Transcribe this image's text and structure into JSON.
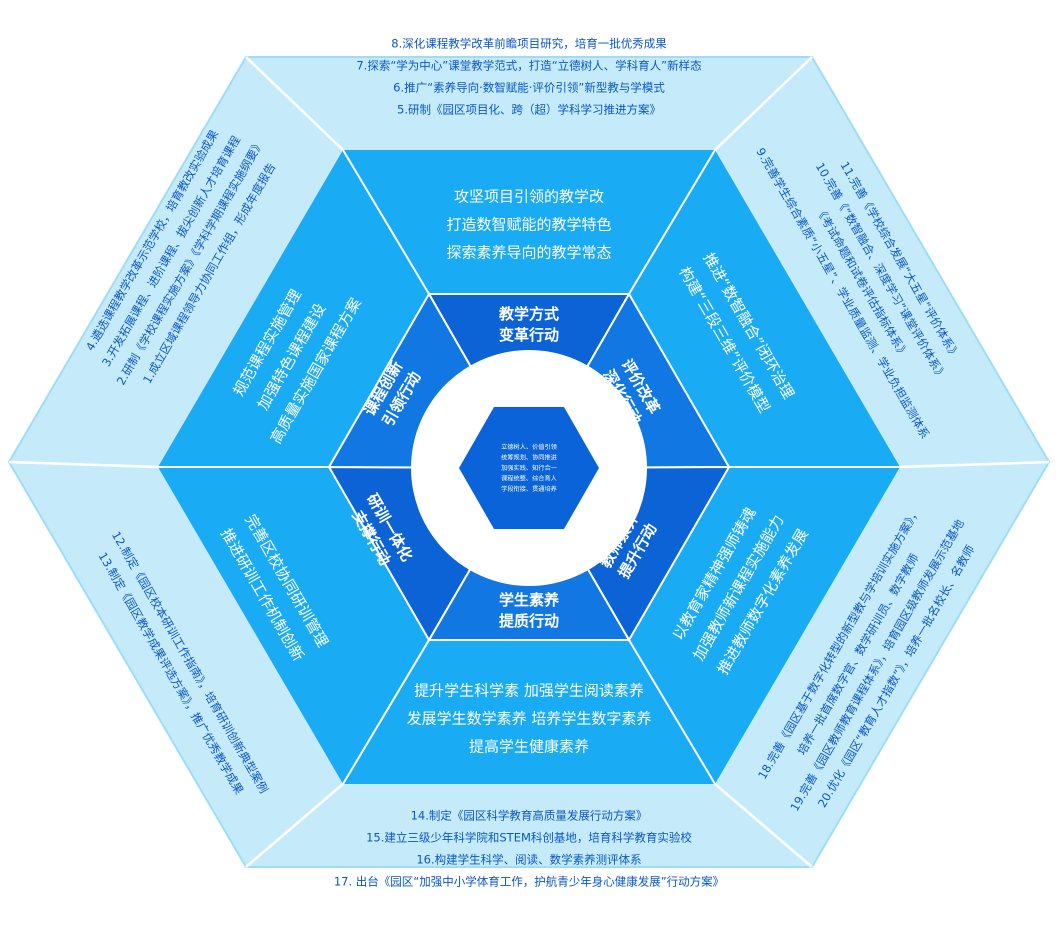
{
  "colors": {
    "outer_fill": "#c5ebfb",
    "outer_stroke": "#9fdcf7",
    "middle_fill": "#1aabf5",
    "inner_fill": "#1177e3",
    "inner_fill_alt": "#0b63d6",
    "core_ring": "#ffffff",
    "core_fill": "#0a63d9",
    "outer_text": "#0a57c7"
  },
  "core": {
    "lines": [
      "立德树人、价值引领",
      "统筹规划、协同推进",
      "加强实践、知行合一",
      "课程统整、综合育人",
      "学段衔接、贯通培养"
    ]
  },
  "sectors": [
    {
      "id": "top",
      "inner": [
        "教学方式",
        "变革行动"
      ],
      "middle": [
        "攻坚项目引领的教学改",
        "打造数智赋能的教学特色",
        "探索素养导向的教学常态"
      ],
      "outer": [
        "8.深化课程教学改革前瞻项目研究，培育一批优秀成果",
        "7.探索“学为中心”课堂教学范式，打造“立德树人、学科育人”新样态",
        "6.推广“素养导向·数智赋能·评价引领”新型教与学模式",
        "5.研制《园区项目化、跨（超）学科学习推进方案》"
      ]
    },
    {
      "id": "upper-right",
      "inner": [
        "评价改革",
        "深化行动"
      ],
      "middle": [
        "推进“数智融合”闭环治理",
        "构建“三段三维”评价模型"
      ],
      "outer": [
        "11.完善《学校综合发展“大五星”评价体系》",
        "10.完善《“数智融合、深度学习”课堂评价体系》",
        "《考试命题和试卷评估指标体系》",
        "9.完善学生综合素质“小五星”、学业质量监测、学业负担监测体系"
      ]
    },
    {
      "id": "lower-right",
      "inner": [
        "教师素养",
        "提升行动"
      ],
      "middle": [
        "以教育家精神强师铸魂",
        "加强教师新课程实施能力",
        "推进教师数字化素养发展"
      ],
      "outer": [
        "18.完善《园区基于数字化转型的新型教与学培训实施方案》，",
        "培养一批首席数字官、数学研训员、数字教师",
        "19.完善《园区教师教育课程体系》，培育园区级教师发展示范基地",
        "20.优化《园区“教育人才指数”》，培养一批名校长、名教师"
      ]
    },
    {
      "id": "bottom",
      "inner": [
        "学生素养",
        "提质行动"
      ],
      "middle": [
        "提升学生科学素  加强学生阅读素养",
        "发展学生数学素养  培养学生数字素养",
        "提高学生健康素养"
      ],
      "outer": [
        "14.制定《园区科学教育高质量发展行动方案》",
        "15.建立三级少年科学院和STEM科创基地，培育科学教育实验校",
        "16.构建学生科学、阅读、数学素养测评体系",
        "17. 出台《园区“加强中小学体育工作，护航青少年身心健康发展”行动方案》"
      ]
    },
    {
      "id": "lower-left",
      "inner": [
        "研训一体化",
        "支撑行动"
      ],
      "middle": [
        "完善区校协同研训管理",
        "推进研训工作机制创新"
      ],
      "outer": [
        "12.制定《园区校本研训工作指南》，培育研训创新典型案例",
        "13.制定《园区教学成果评选方案》，推广优秀教学成果"
      ]
    },
    {
      "id": "upper-left",
      "inner": [
        "课程创新",
        "引领行动"
      ],
      "middle": [
        "规范课程实施管理",
        "加强特色课程建设",
        "高质量实施国家课程方案"
      ],
      "outer": [
        "4.遴选课程教学改革示范学校，培育教改实验成果",
        "3.开发拓展课程、进阶课程、拔尖创新人才培育课程",
        "2.研制《学校课程实施方案》《学科学期课程实施纲要》",
        "1.成立区域课程领导力协同工作组，形成年度报告"
      ]
    }
  ]
}
